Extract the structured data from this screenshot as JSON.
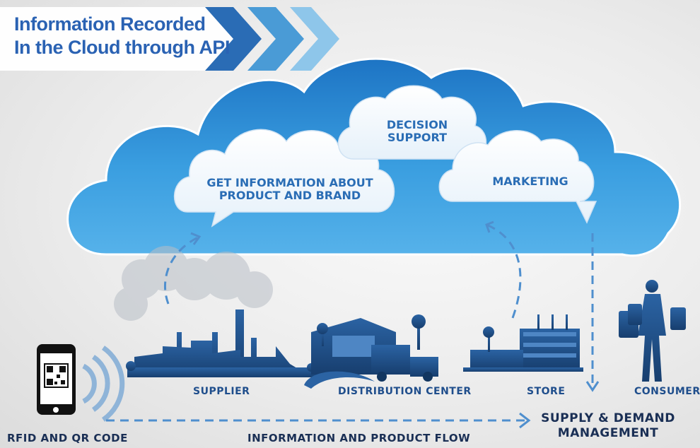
{
  "header": {
    "title_line1": "Information Recorded",
    "title_line2": "In the Cloud through API"
  },
  "cloud": {
    "bubble_left": "GET INFORMATION ABOUT PRODUCT AND BRAND",
    "bubble_left_line1": "GET INFORMATION ABOUT",
    "bubble_left_line2": "PRODUCT AND BRAND",
    "bubble_center_line1": "DECISION",
    "bubble_center_line2": "SUPPORT",
    "bubble_right": "MARKETING"
  },
  "nodes": {
    "supplier": "SUPPLIER",
    "distribution": "DISTRIBUTION CENTER",
    "store": "STORE",
    "consumer": "CONSUMER"
  },
  "bottom": {
    "rfid": "RFID AND QR CODE",
    "flow": "INFORMATION AND PRODUCT FLOW",
    "sdm_line1": "SUPPLY & DEMAND",
    "sdm_line2": "MANAGEMENT"
  },
  "colors": {
    "cloud_blue": "#2f8fd6",
    "label_blue": "#1f4e8c",
    "cloud_text": "#2a6db5",
    "silhouette": "#1e4f86",
    "chevron_dark": "#2a6cb5",
    "chevron_mid": "#4a9bd6",
    "chevron_light": "#8ec6ea"
  }
}
